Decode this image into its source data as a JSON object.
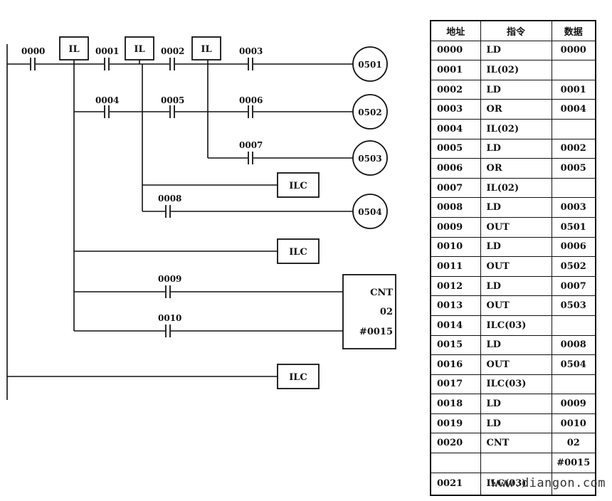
{
  "diagram": {
    "contacts": [
      "0000",
      "0001",
      "0002",
      "0003",
      "0004",
      "0005",
      "0006",
      "0007",
      "0008",
      "0009",
      "0010"
    ],
    "il_label": "IL",
    "ilc_label": "ILC",
    "coils": [
      "0501",
      "0502",
      "0503",
      "0504"
    ],
    "counter": {
      "name": "CNT",
      "number": "02",
      "preset": "#0015"
    }
  },
  "table": {
    "headers": [
      "地址",
      "指令",
      "数据"
    ],
    "rows": [
      [
        "0000",
        "LD",
        "0000"
      ],
      [
        "0001",
        "IL(02)",
        ""
      ],
      [
        "0002",
        "LD",
        "0001"
      ],
      [
        "0003",
        "OR",
        "0004"
      ],
      [
        "0004",
        "IL(02)",
        ""
      ],
      [
        "0005",
        "LD",
        "0002"
      ],
      [
        "0006",
        "OR",
        "0005"
      ],
      [
        "0007",
        "IL(02)",
        ""
      ],
      [
        "0008",
        "LD",
        "0003"
      ],
      [
        "0009",
        "OUT",
        "0501"
      ],
      [
        "0010",
        "LD",
        "0006"
      ],
      [
        "0011",
        "OUT",
        "0502"
      ],
      [
        "0012",
        "LD",
        "0007"
      ],
      [
        "0013",
        "OUT",
        "0503"
      ],
      [
        "0014",
        "ILC(03)",
        ""
      ],
      [
        "0015",
        "LD",
        "0008"
      ],
      [
        "0016",
        "OUT",
        "0504"
      ],
      [
        "0017",
        "ILC(03)",
        ""
      ],
      [
        "0018",
        "LD",
        "0009"
      ],
      [
        "0019",
        "LD",
        "0010"
      ],
      [
        "0020",
        "CNT",
        "02"
      ],
      [
        "",
        "",
        "#0015"
      ],
      [
        "0021",
        "ILC(03)",
        ""
      ]
    ]
  },
  "watermark": "www.diangon.com"
}
